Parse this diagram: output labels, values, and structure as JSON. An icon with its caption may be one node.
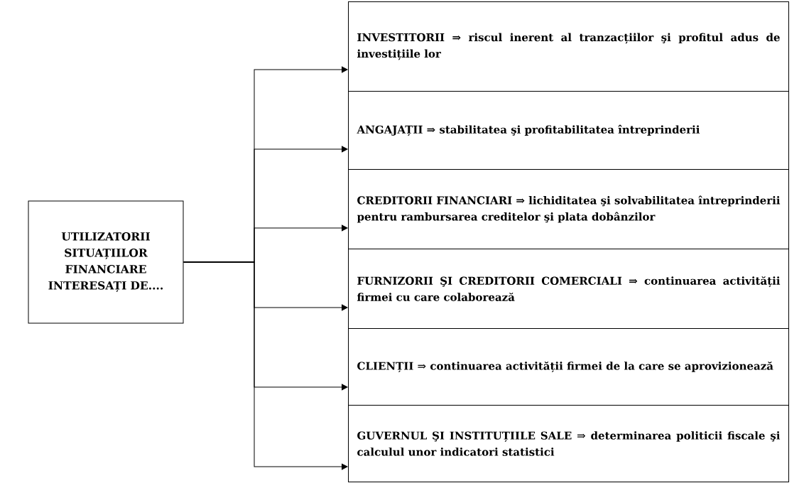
{
  "diagram": {
    "nodes": [
      {
        "text": [
          "UTILIZATORII SITUAȚIILOR FINANCIARE INTERESAȚI DE...."
        ]
      },
      {
        "text": [
          "INVESTITORII ⇒ riscul inerent al tranzacțiilor şi profitul adus de investițiile lor"
        ]
      },
      {
        "text": [
          "ANGAJAȚII ⇒ stabilitatea şi profitabilitatea întreprinderii"
        ]
      },
      {
        "text": [
          "CREDITORII FINANCIARI ⇒ lichiditatea şi solvabilitatea întreprinderii pentru rambursarea creditelor şi plata dobânzilor"
        ]
      },
      {
        "text": [
          "FURNIZORII ŞI CREDITORII COMERCIALI ⇒ continuarea activității firmei cu care colaborează"
        ]
      },
      {
        "text": [
          "CLIENȚII ⇒ continuarea activității firmei de la care se aprovizionează"
        ]
      },
      {
        "text": [
          "GUVERNUL ŞI INSTITUȚIILE SALE ⇒ determinarea politicii fiscale şi calculul unor indicatori statistici"
        ]
      }
    ],
    "edges": [
      {
        "from": 0,
        "to": 1,
        "arrow": "to"
      },
      {
        "from": 0,
        "to": 2,
        "arrow": "to"
      },
      {
        "from": 0,
        "to": 3,
        "arrow": "to"
      },
      {
        "from": 0,
        "to": 4,
        "arrow": "to"
      },
      {
        "from": 0,
        "to": 5,
        "arrow": "to"
      },
      {
        "from": 0,
        "to": 6,
        "arrow": "to"
      }
    ]
  }
}
